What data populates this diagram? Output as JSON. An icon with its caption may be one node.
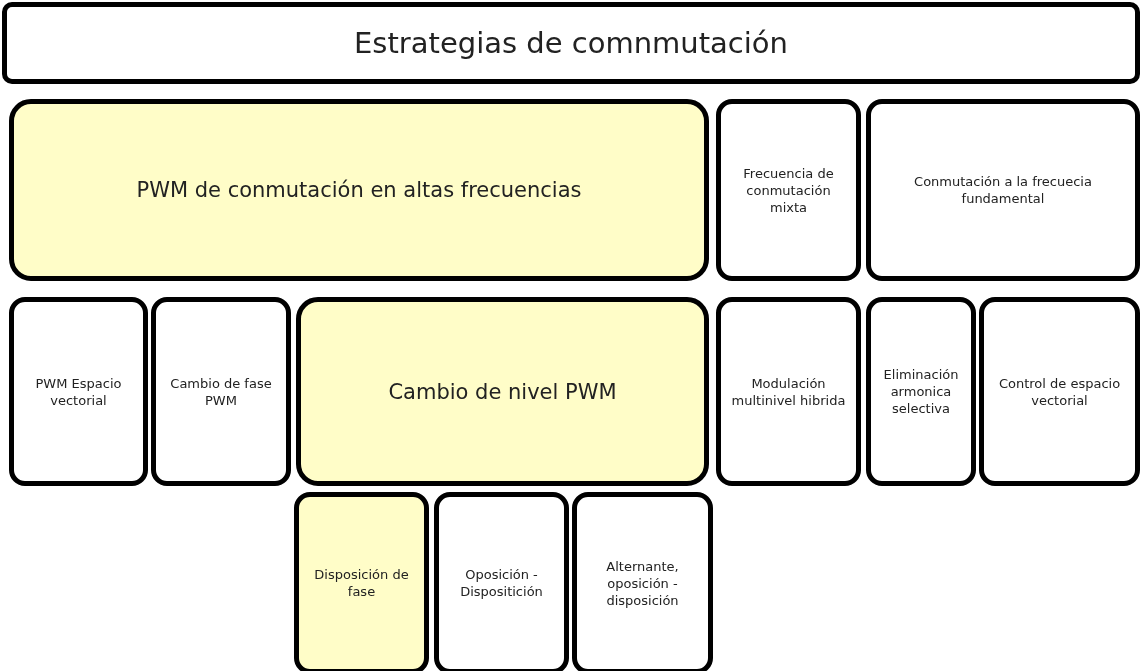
{
  "diagram": {
    "nodes": [
      {
        "text": [
          "Estrategias de comnmutación"
        ]
      },
      {
        "text": [
          "PWM de conmutación en altas frecuencias"
        ]
      },
      {
        "text": [
          "Frecuencia de conmutación mixta"
        ]
      },
      {
        "text": [
          "Conmutación a la frecuecia fundamental"
        ]
      },
      {
        "text": [
          "PWM Espacio vectorial"
        ]
      },
      {
        "text": [
          "Cambio de fase PWM"
        ]
      },
      {
        "text": [
          "Cambio de nivel PWM"
        ]
      },
      {
        "text": [
          "Modulación multinivel hibrida"
        ]
      },
      {
        "text": [
          "Eliminación armonica selectiva"
        ]
      },
      {
        "text": [
          "Control de espacio vectorial"
        ]
      },
      {
        "text": [
          "Disposición de fase"
        ]
      },
      {
        "text": [
          "Oposición - Dispositición"
        ]
      },
      {
        "text": [
          "Alternante, oposición - disposición"
        ]
      }
    ]
  }
}
